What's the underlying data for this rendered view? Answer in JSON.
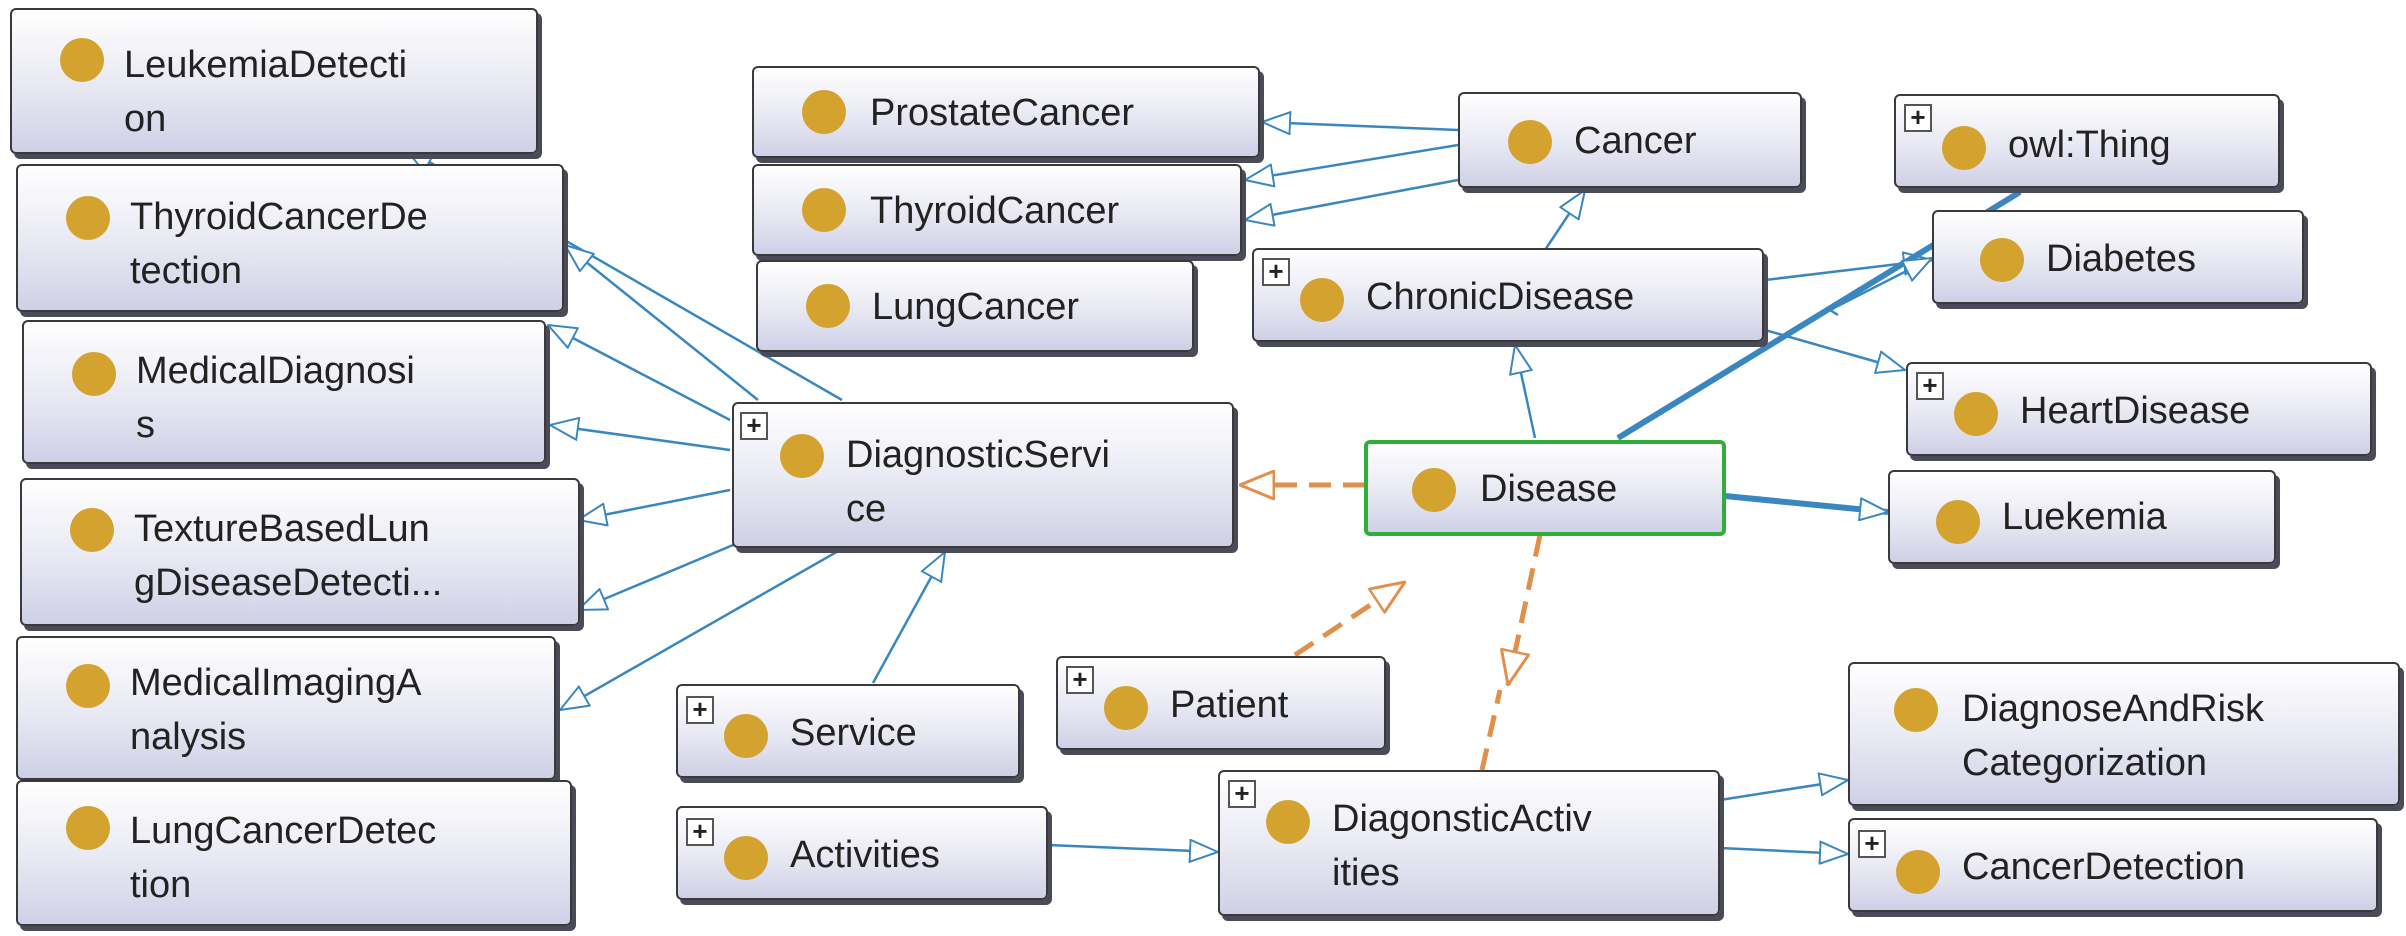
{
  "nodes": {
    "leukemia_detection": {
      "label": "LeukemiaDetecti\non"
    },
    "thyroid_cancer_detection": {
      "label": "ThyroidCancerDe\ntection"
    },
    "medical_diagnosis": {
      "label": "MedicalDiagnosi\ns"
    },
    "texture_based": {
      "label": "TextureBasedLun\ngDiseaseDetecti..."
    },
    "medical_imaging": {
      "label": "MedicalImagingA\nnalysis"
    },
    "lung_cancer_detection": {
      "label": "LungCancerDetec\ntion"
    },
    "prostate_cancer": {
      "label": "ProstateCancer"
    },
    "thyroid_cancer": {
      "label": "ThyroidCancer"
    },
    "lung_cancer": {
      "label": "LungCancer"
    },
    "cancer": {
      "label": "Cancer"
    },
    "chronic_disease": {
      "label": "ChronicDisease"
    },
    "owl_thing": {
      "label": "owl:Thing"
    },
    "diabetes": {
      "label": "Diabetes"
    },
    "heart_disease": {
      "label": "HeartDisease"
    },
    "diagnostic_service": {
      "label": "DiagnosticServi\nce"
    },
    "disease": {
      "label": "Disease"
    },
    "luekemia": {
      "label": "Luekemia"
    },
    "patient": {
      "label": "Patient"
    },
    "service": {
      "label": "Service"
    },
    "activities": {
      "label": "Activities"
    },
    "diagonstic_activities": {
      "label": "DiagonsticActiv\nities"
    },
    "diagnose_risk": {
      "label": "DiagnoseAndRisk\nCategorization"
    },
    "cancer_detection": {
      "label": "CancerDetection"
    }
  },
  "colors": {
    "subclass_edge": "#3a87c0",
    "property_edge": "#e0904a",
    "individual_dot": "#d3a22f",
    "selected_border": "#2fae3a"
  },
  "icons": {
    "node_dot": "class-dot-icon",
    "expand": "plus-expand-icon"
  }
}
